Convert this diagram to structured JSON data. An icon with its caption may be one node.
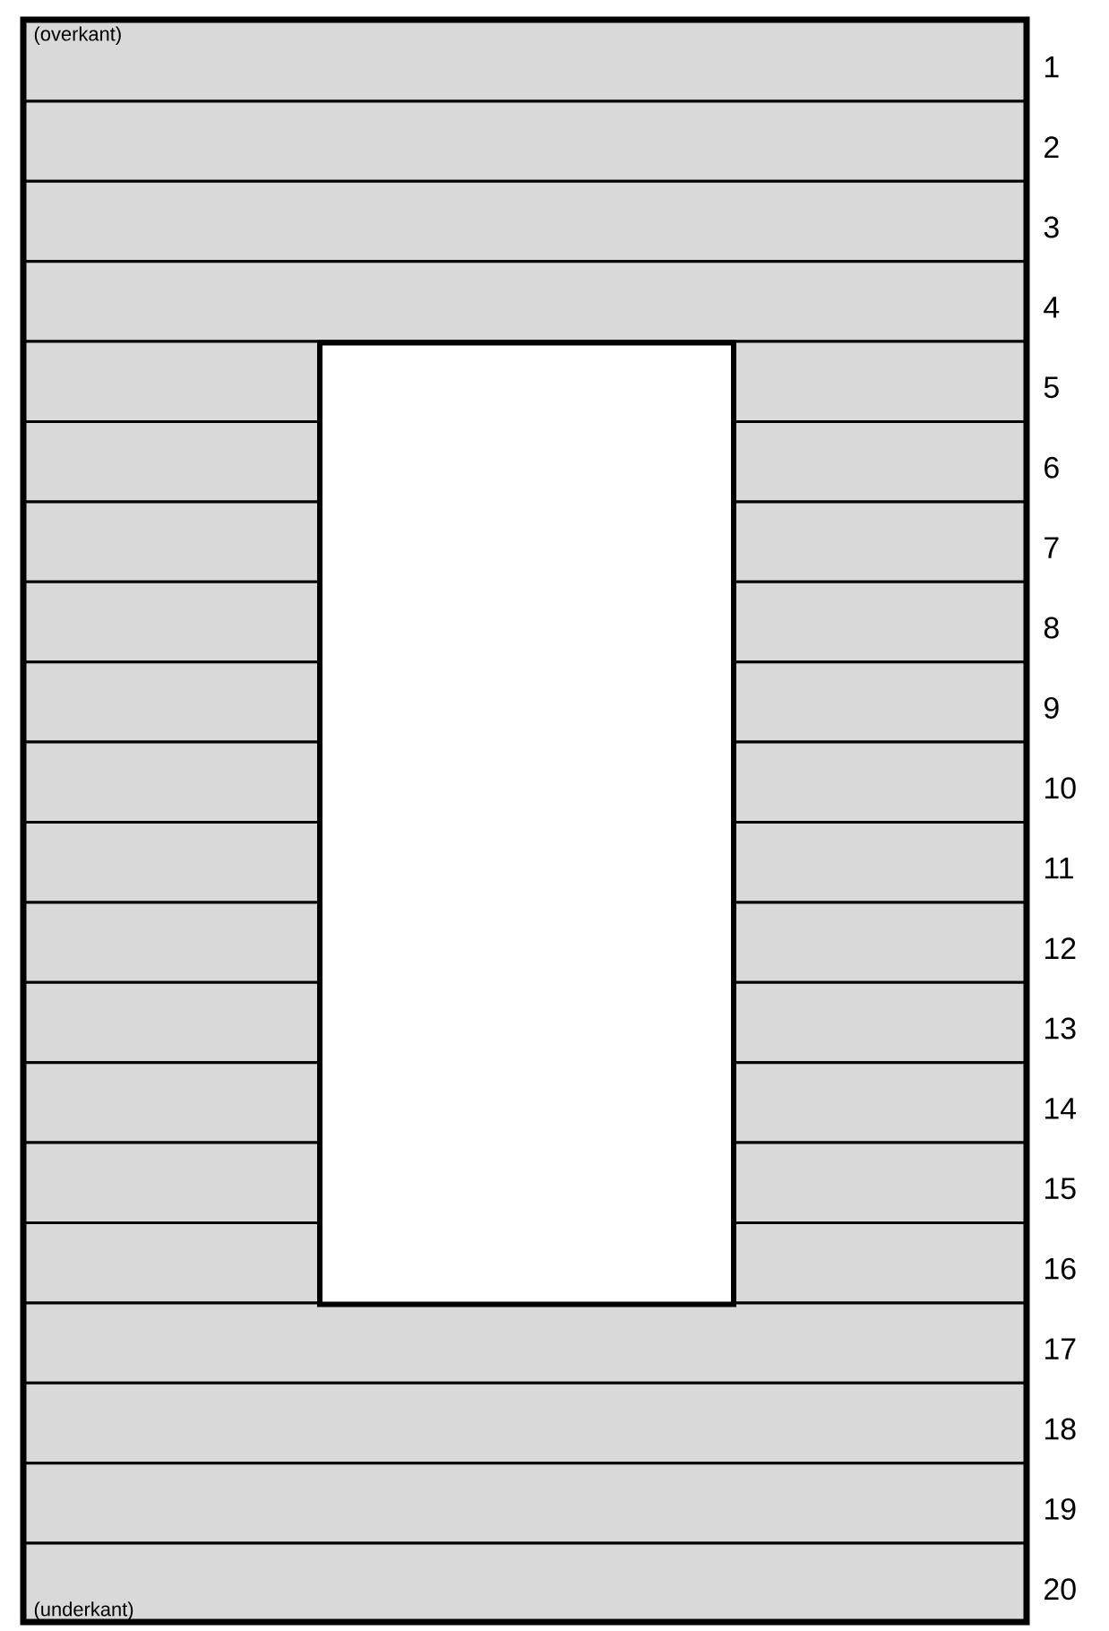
{
  "diagram": {
    "nodes": [
      {
        "text": [
          "(overkant)"
        ],
        "beside": [
          "1"
        ]
      },
      {
        "text": [],
        "shape": "bar",
        "beside": [
          "2"
        ]
      },
      {
        "text": [],
        "shape": "bar",
        "beside": [
          "3"
        ]
      },
      {
        "text": [],
        "shape": "bar",
        "beside": [
          "4"
        ]
      },
      {
        "text": [],
        "shape": "bar",
        "beside": [
          "5"
        ]
      },
      {
        "text": [],
        "shape": "bar",
        "beside": [
          "6"
        ]
      },
      {
        "text": [],
        "shape": "bar",
        "beside": [
          "7"
        ]
      },
      {
        "text": [],
        "shape": "bar",
        "beside": [
          "8"
        ]
      },
      {
        "text": [],
        "shape": "bar",
        "beside": [
          "9"
        ]
      },
      {
        "text": [],
        "shape": "bar",
        "beside": [
          "10"
        ]
      },
      {
        "text": [],
        "shape": "bar",
        "beside": [
          "11"
        ]
      },
      {
        "text": [],
        "shape": "bar",
        "beside": [
          "12"
        ]
      },
      {
        "text": [],
        "shape": "bar",
        "beside": [
          "13"
        ]
      },
      {
        "text": [],
        "shape": "bar",
        "beside": [
          "14"
        ]
      },
      {
        "text": [],
        "shape": "bar",
        "beside": [
          "15"
        ]
      },
      {
        "text": [],
        "shape": "bar",
        "beside": [
          "16"
        ]
      },
      {
        "text": [],
        "shape": "bar",
        "beside": [
          "17"
        ]
      },
      {
        "text": [],
        "shape": "bar",
        "beside": [
          "18"
        ]
      },
      {
        "text": [],
        "shape": "bar",
        "beside": [
          "19"
        ]
      },
      {
        "text": [
          "(underkant)"
        ],
        "beside": [
          "20"
        ]
      },
      {
        "text": [],
        "shape": "box"
      }
    ]
  }
}
